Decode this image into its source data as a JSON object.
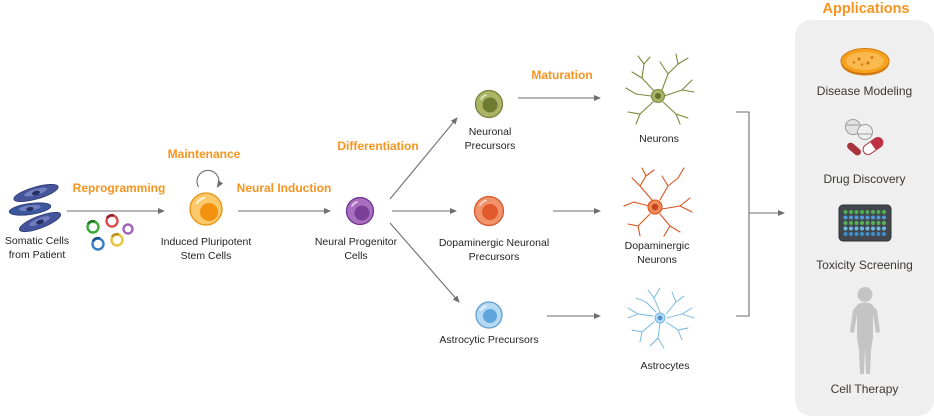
{
  "diagram": {
    "somatic_cells": "Somatic Cells from Patient",
    "reprogramming": "Reprogramming",
    "maintenance": "Maintenance",
    "ipsc": "Induced Pluripotent Stem Cells",
    "neural_induction": "Neural Induction",
    "neural_progenitor": "Neural Progenitor Cells",
    "differentiation": "Differentiation",
    "maturation": "Maturation",
    "neuronal_precursors": "Neuronal Precursors",
    "neurons": "Neurons",
    "dopaminergic_precursors": "Dopaminergic Neuronal Precursors",
    "dopaminergic_neurons": "Dopaminergic Neurons",
    "astrocytic_precursors": "Astrocytic Precursors",
    "astrocytes": "Astrocytes"
  },
  "applications": {
    "heading": "Applications",
    "items": [
      {
        "label": "Disease Modeling",
        "icon": "petri-dish-icon"
      },
      {
        "label": "Drug Discovery",
        "icon": "pills-icon"
      },
      {
        "label": "Toxicity Screening",
        "icon": "microplate-icon"
      },
      {
        "label": "Cell Therapy",
        "icon": "human-figure-icon"
      }
    ]
  },
  "colors": {
    "accent_orange": "#F7941E",
    "arrow_gray": "#6d6e71",
    "panel_background": "#EFEFEF"
  }
}
